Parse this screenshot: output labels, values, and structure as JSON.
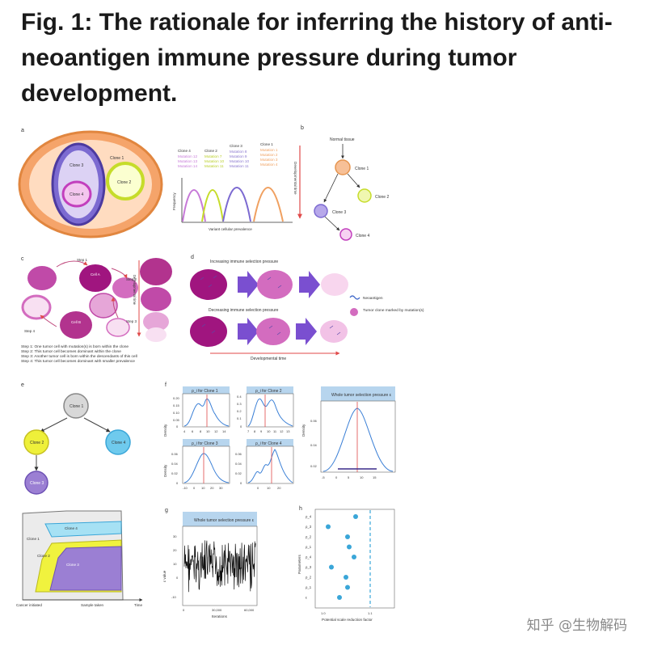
{
  "title": "Fig. 1: The rationale for inferring the history of anti-neoantigen immune pressure during tumor development.",
  "watermark": "知乎 @生物解码",
  "colors": {
    "clone1": "#f5a46a",
    "clone2": "#d6e83a",
    "clone3": "#8c73c9",
    "clone4": "#e7a9e3",
    "purple": "#7c4bd0",
    "magenta": "#b2338e",
    "blue": "#3aa6d8",
    "red": "#e04a4a",
    "panel_header": "#b7d5ee"
  },
  "panels": {
    "a": {
      "letter": "a",
      "clones": [
        "Clone 1",
        "Clone 2",
        "Clone 3",
        "Clone 4"
      ],
      "mutation_groups": [
        {
          "clone": "Clone 4",
          "mutations": [
            "Mutation 12",
            "Mutation 13",
            "Mutation 14"
          ]
        },
        {
          "clone": "Clone 2",
          "mutations": [
            "Mutation 7",
            "Mutation 10",
            "Mutation 11"
          ]
        },
        {
          "clone": "Clone 3",
          "mutations": [
            "Mutation 8",
            "Mutation 9",
            "Mutation 10",
            "Mutation 11"
          ]
        },
        {
          "clone": "Clone 1",
          "mutations": [
            "Mutation 1",
            "Mutation 2",
            "Mutation 3",
            "Mutation 4"
          ]
        }
      ],
      "ylabel": "Frequency",
      "xlabel": "Variant cellular prevalence",
      "side_label": "Developmental time"
    },
    "b": {
      "letter": "b",
      "nodes": [
        "Normal tissue",
        "Clone 1",
        "Clone 2",
        "Clone 3",
        "Clone 4"
      ]
    },
    "c": {
      "letter": "c",
      "steps": [
        "Step 1",
        "Step 2",
        "Step 3",
        "Step 4"
      ],
      "cells": [
        "Cell A",
        "Cell B"
      ],
      "side_label": "Developmental time",
      "legend": [
        "Step 1: One tumor cell with mutation(s) is born within the clone",
        "Step 2: This tumor cell becomes dominant within the clone",
        "Step 3: Another tumor cell is born within the descendants of this cell",
        "Step 4: This tumor cell becomes dominant with smaller prevalence"
      ]
    },
    "d": {
      "letter": "d",
      "top_label": "Increasing immune selection pressure",
      "bottom_label": "Decreasing immune selection pressure",
      "axis_label": "Developmental time",
      "legend_neoantigen": "Neoantigen",
      "legend_clone": "Tumor clone marked by mutation(s)"
    },
    "e": {
      "letter": "e",
      "nodes": [
        "Clone 1",
        "Clone 2",
        "Clone 3",
        "Clone 4"
      ]
    },
    "f": {
      "letter": "f",
      "ylabel": "Density",
      "subplots": [
        {
          "title": "ρ_i for Clone 1",
          "yticks": [
            "0.20",
            "0.15",
            "0.10",
            "0.05",
            "0"
          ],
          "xticks": [
            "4",
            "6",
            "8",
            "10",
            "12",
            "14"
          ]
        },
        {
          "title": "ρ_i for Clone 2",
          "yticks": [
            "0.4",
            "0.3",
            "0.2",
            "0.1",
            "0"
          ],
          "xticks": [
            "7",
            "8",
            "9",
            "10",
            "11",
            "12",
            "13"
          ]
        },
        {
          "title": "ρ_i for Clone 3",
          "yticks": [
            "0.06",
            "0.04",
            "0.02",
            "0"
          ],
          "xticks": [
            "-10",
            "0",
            "10",
            "20",
            "30"
          ]
        },
        {
          "title": "ρ_i for Clone 4",
          "yticks": [
            "0.06",
            "0.04",
            "0.02",
            "0"
          ],
          "xticks": [
            "0",
            "10",
            "20"
          ]
        }
      ],
      "whole": {
        "title": "Whole tumor selection pressure ε",
        "yticks": [
          "0.06",
          "0.04",
          "0.02"
        ],
        "xticks": [
          "-5",
          "0",
          "5",
          "10",
          "15"
        ]
      }
    },
    "g": {
      "letter": "g",
      "title": "Whole tumor selection pressure ε",
      "ylabel": "ε value",
      "xlabel": "Iterations",
      "yticks": [
        "30",
        "20",
        "10",
        "0",
        "-10"
      ],
      "xticks": [
        "0",
        "30,000",
        "60,000"
      ]
    },
    "h": {
      "letter": "h",
      "ylabel": "Parameters",
      "xlabel": "Potential scale reduction factor",
      "params": [
        "ρ_4",
        "ρ_3",
        "ρ_2",
        "ρ_1",
        "ρ_4",
        "ρ_3",
        "ρ_2",
        "ρ_1",
        "ε"
      ],
      "xticks": [
        "1.0",
        "1.1"
      ]
    },
    "fish": {
      "clones": [
        "Clone 4",
        "Clone 1",
        "Clone 2",
        "Clone 3"
      ],
      "xlabels": [
        "Cancer initiated",
        "Sample taken",
        "Time"
      ]
    }
  }
}
